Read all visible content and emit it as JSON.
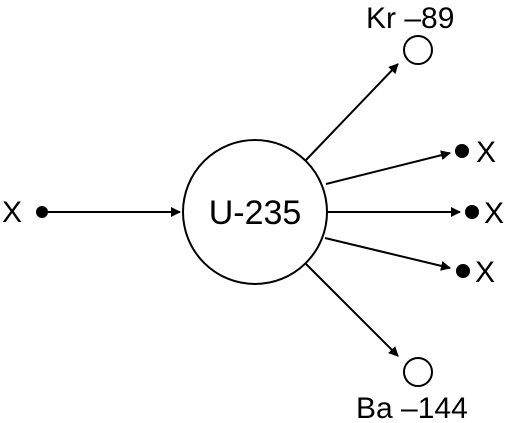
{
  "diagram": {
    "nucleus": {
      "label": "U-235"
    },
    "incoming_particle": {
      "label": "X"
    },
    "products": {
      "top": {
        "label": "Kr –89"
      },
      "bottom": {
        "label": "Ba –144"
      }
    },
    "emitted_particles": [
      {
        "label": "X"
      },
      {
        "label": "X"
      },
      {
        "label": "X"
      }
    ]
  },
  "colors": {
    "stroke": "#000000",
    "fill": "#ffffff",
    "particle": "#000000"
  }
}
